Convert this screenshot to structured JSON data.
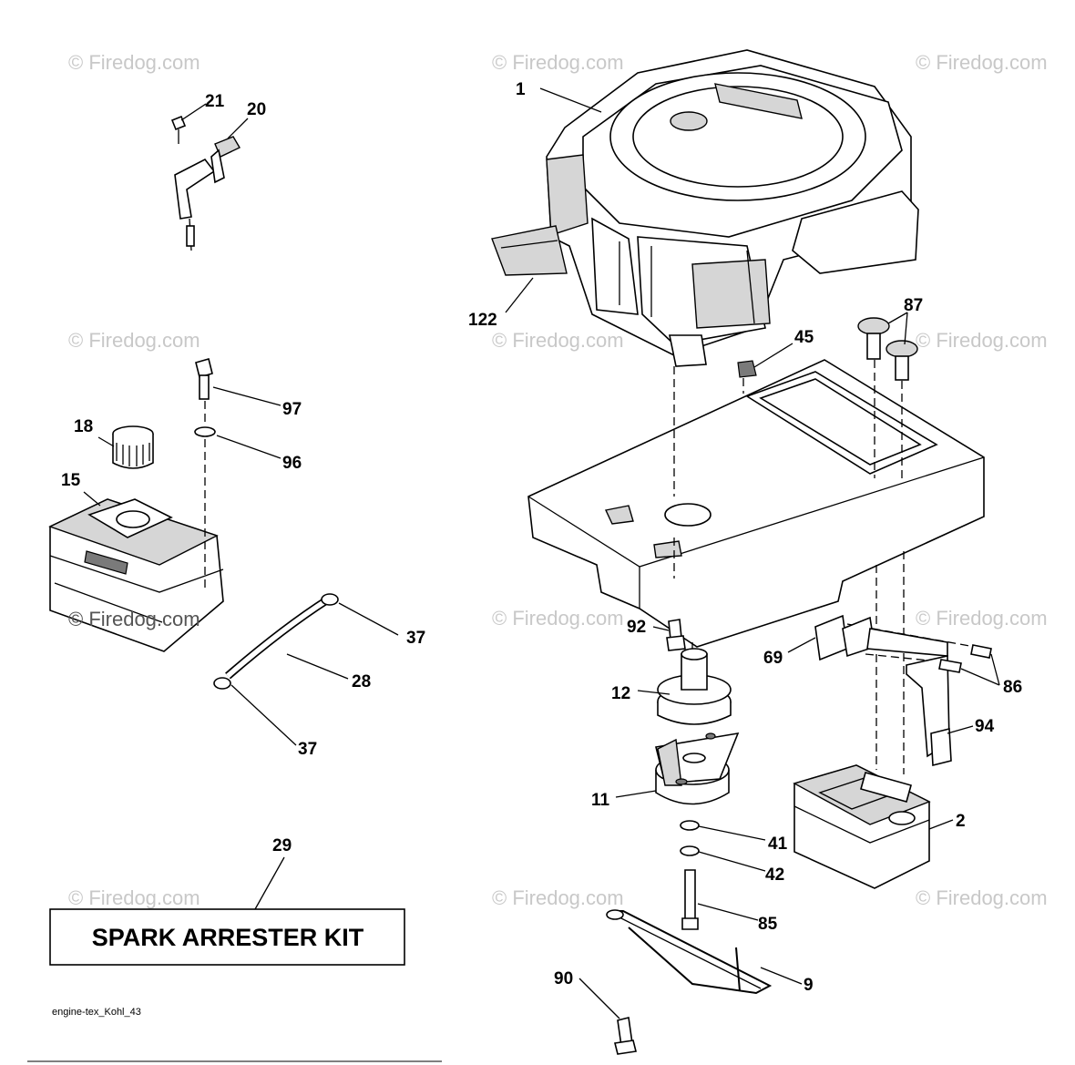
{
  "watermark": "© Firedog.com",
  "footer": "engine-tex_Kohl_43",
  "kit_label": "SPARK ARRESTER KIT",
  "callouts": {
    "c1": "1",
    "c2": "2",
    "c9": "9",
    "c11": "11",
    "c12": "12",
    "c15": "15",
    "c18": "18",
    "c20": "20",
    "c21": "21",
    "c28": "28",
    "c29": "29",
    "c37a": "37",
    "c37b": "37",
    "c41": "41",
    "c42": "42",
    "c45": "45",
    "c69": "69",
    "c85": "85",
    "c86": "86",
    "c87": "87",
    "c90": "90",
    "c92": "92",
    "c94": "94",
    "c96": "96",
    "c97": "97",
    "c122": "122"
  }
}
